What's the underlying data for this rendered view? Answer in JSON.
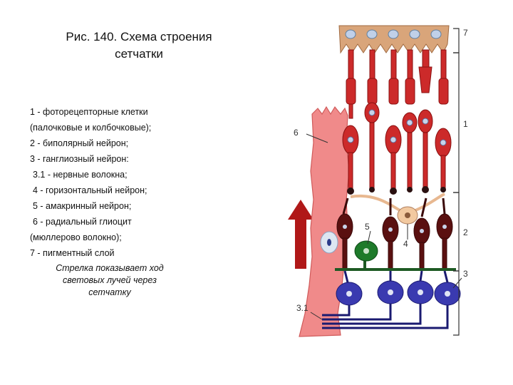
{
  "figure": {
    "title_line1": "Рис. 140. Схема строения",
    "title_line2": "сетчатки"
  },
  "legend": {
    "items": [
      "1 - фоторецепторные клетки",
      "(палочковые и колбочковые);",
      "2 - биполярный нейрон;",
      "3 - ганглиозный нейрон:",
      " 3.1 - нервные волокна;",
      " 4 - горизонтальный нейрон;",
      " 5 - амакринный нейрон;",
      " 6 - радиальный глиоцит",
      "(мюллерово волокно);",
      "7 - пигментный слой"
    ]
  },
  "note": {
    "line1": "Стрелка показывает ход",
    "line2": "световых лучей через",
    "line3": "сетчатку"
  },
  "labels": {
    "l7": "7",
    "l1": "1",
    "l6": "6",
    "l5": "5",
    "l4": "4",
    "l2": "2",
    "l3": "3",
    "l31": "3.1"
  },
  "colors": {
    "photoreceptor": "#cc2a2a",
    "glia": "#f08a8a",
    "bipolar": "#5a1010",
    "ganglion": "#3a3ab0",
    "amacrine": "#1e7a2a",
    "horizontal": "#f2c9a0",
    "pigment": "#d9a57a",
    "arrow": "#b01818"
  }
}
